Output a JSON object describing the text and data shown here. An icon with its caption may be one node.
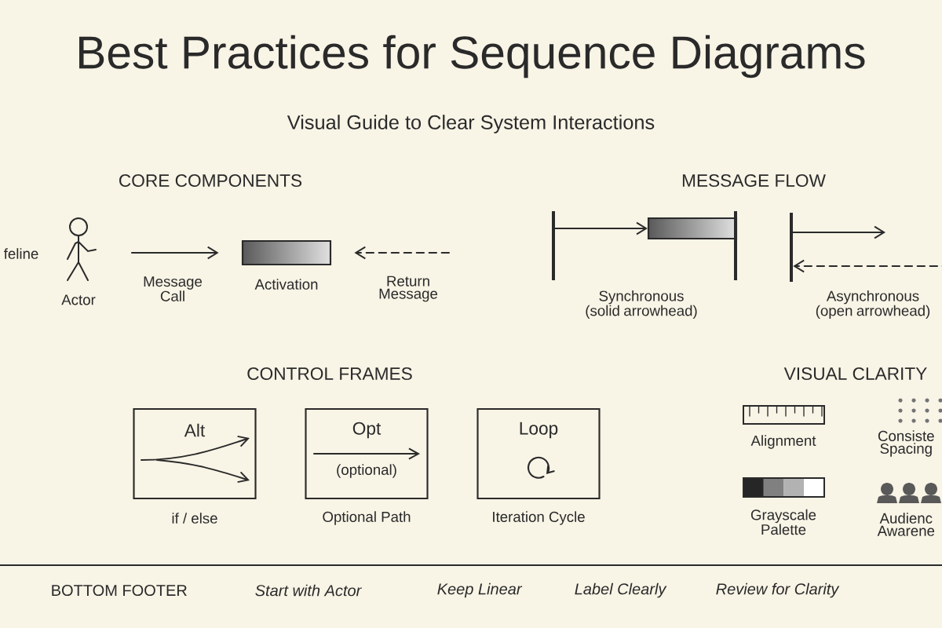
{
  "diagram": {
    "title": "Best Practices for Sequence Diagrams",
    "nodes": [
      {
        "text": [],
        "shape": "person",
        "beside": [
          "Actor"
        ]
      },
      {
        "text": [],
        "shape": "box",
        "beside": [
          "Activation"
        ]
      },
      {
        "text": [],
        "shape": "bar"
      },
      {
        "text": [],
        "shape": "box"
      },
      {
        "text": [],
        "shape": "bar"
      },
      {
        "text": [],
        "shape": "bar"
      },
      {
        "text": [
          "Alt"
        ],
        "beside": [
          "if / else"
        ]
      },
      {
        "text": [
          "Opt",
          "(optional)"
        ],
        "beside": [
          "Optional Path"
        ]
      },
      {
        "text": [
          "Loop"
        ],
        "beside": [
          "Iteration Cycle"
        ]
      }
    ],
    "edges": [
      {
        "from": 0,
        "to": 1,
        "arrow": "to",
        "label": "Message Call"
      },
      {
        "from": null,
        "to": 1,
        "arrow": "to",
        "style": "dashed",
        "label": "Return Message"
      },
      {
        "from": 2,
        "to": 3,
        "arrow": "to"
      },
      {
        "from": 5,
        "to": null,
        "arrow": "to"
      },
      {
        "from": null,
        "to": 5,
        "arrow": "to",
        "style": "dashed"
      }
    ],
    "labels": [
      "Visual Guide to Clear System Interactions",
      "CORE COMPONENTS",
      "MESSAGE FLOW",
      "feline",
      "Synchronous (solid arrowhead)",
      "Asynchronous (open arrowhead)",
      "CONTROL FRAMES",
      "VISUAL CLARITY",
      "Alignment",
      "Consiste Spacing",
      "Grayscale Palette",
      "Audienc Awarene",
      "BOTTOM FOOTER",
      "Start with Actor",
      "Keep Linear",
      "Label Clearly",
      "Review for Clarity"
    ]
  }
}
